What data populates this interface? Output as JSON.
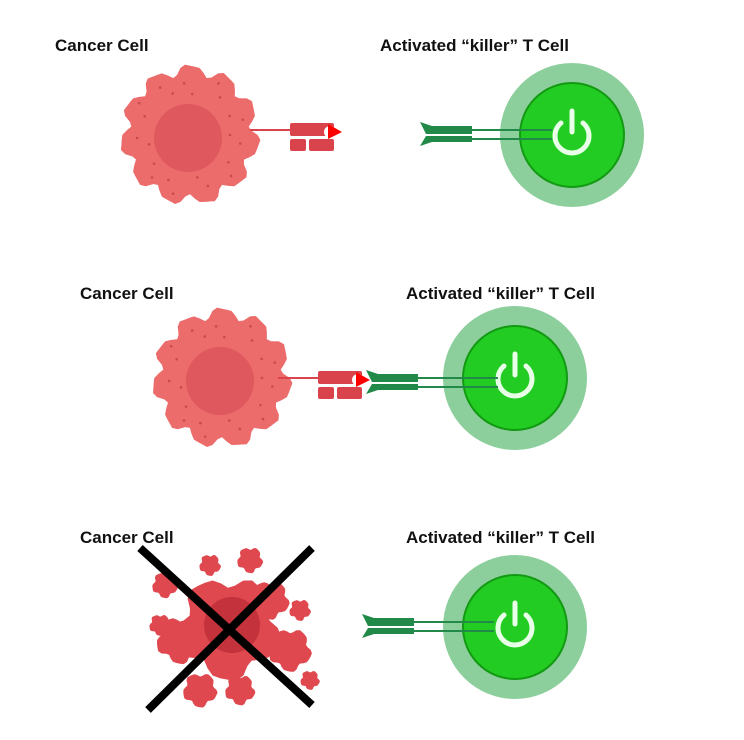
{
  "panels": [
    {
      "cancer_label": "Cancer Cell",
      "tcell_label": "Activated “killer” T Cell",
      "state": "approaching"
    },
    {
      "cancer_label": "Cancer Cell",
      "tcell_label": "Activated “killer” T Cell",
      "state": "bound"
    },
    {
      "cancer_label": "Cancer Cell",
      "tcell_label": "Activated “killer” T Cell",
      "state": "destroyed"
    }
  ],
  "colors": {
    "cancer": "#ec6b6b",
    "nucleus": "#d9525a",
    "receptor": "#d9434c",
    "antigen": "#ff0000",
    "tcell_outer": "#8ccf9c",
    "tcell_inner": "#22cc22",
    "tcr": "#218a48"
  }
}
